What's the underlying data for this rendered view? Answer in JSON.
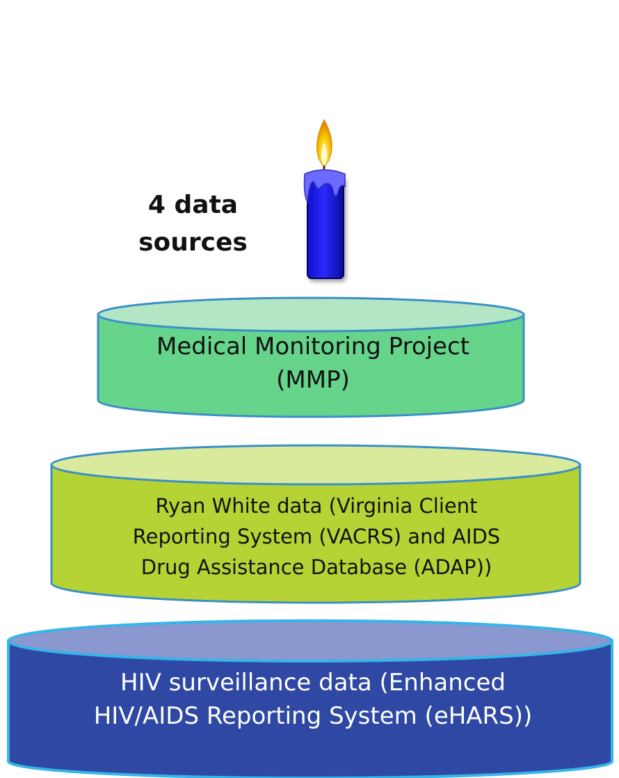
{
  "candle": {
    "label_lines": [
      "4 data",
      "sources"
    ]
  },
  "tiers": {
    "top": {
      "lines": [
        "Medical Monitoring Project",
        "(MMP)"
      ],
      "fill": "#66d48a",
      "top_fill": "#b3e6c4",
      "stroke": "#3a8fc7"
    },
    "middle": {
      "lines": [
        "Ryan White data (Virginia Client",
        "Reporting System (VACRS) and AIDS",
        "Drug Assistance Database (ADAP))"
      ],
      "fill": "#b5d334",
      "top_fill": "#d9ea9c",
      "stroke": "#3a8fc7"
    },
    "bottom": {
      "lines": [
        "HIV surveillance data (Enhanced",
        "HIV/AIDS Reporting System (eHARS))"
      ],
      "fill": "#2e48a3",
      "top_fill": "#8a98cf",
      "stroke": "#35b5e8"
    }
  },
  "colors": {
    "candle_body": "#1a1aff",
    "candle_drip": "#6b6bff",
    "flame_outer": "#f5b800",
    "flame_inner": "#fff27a"
  }
}
